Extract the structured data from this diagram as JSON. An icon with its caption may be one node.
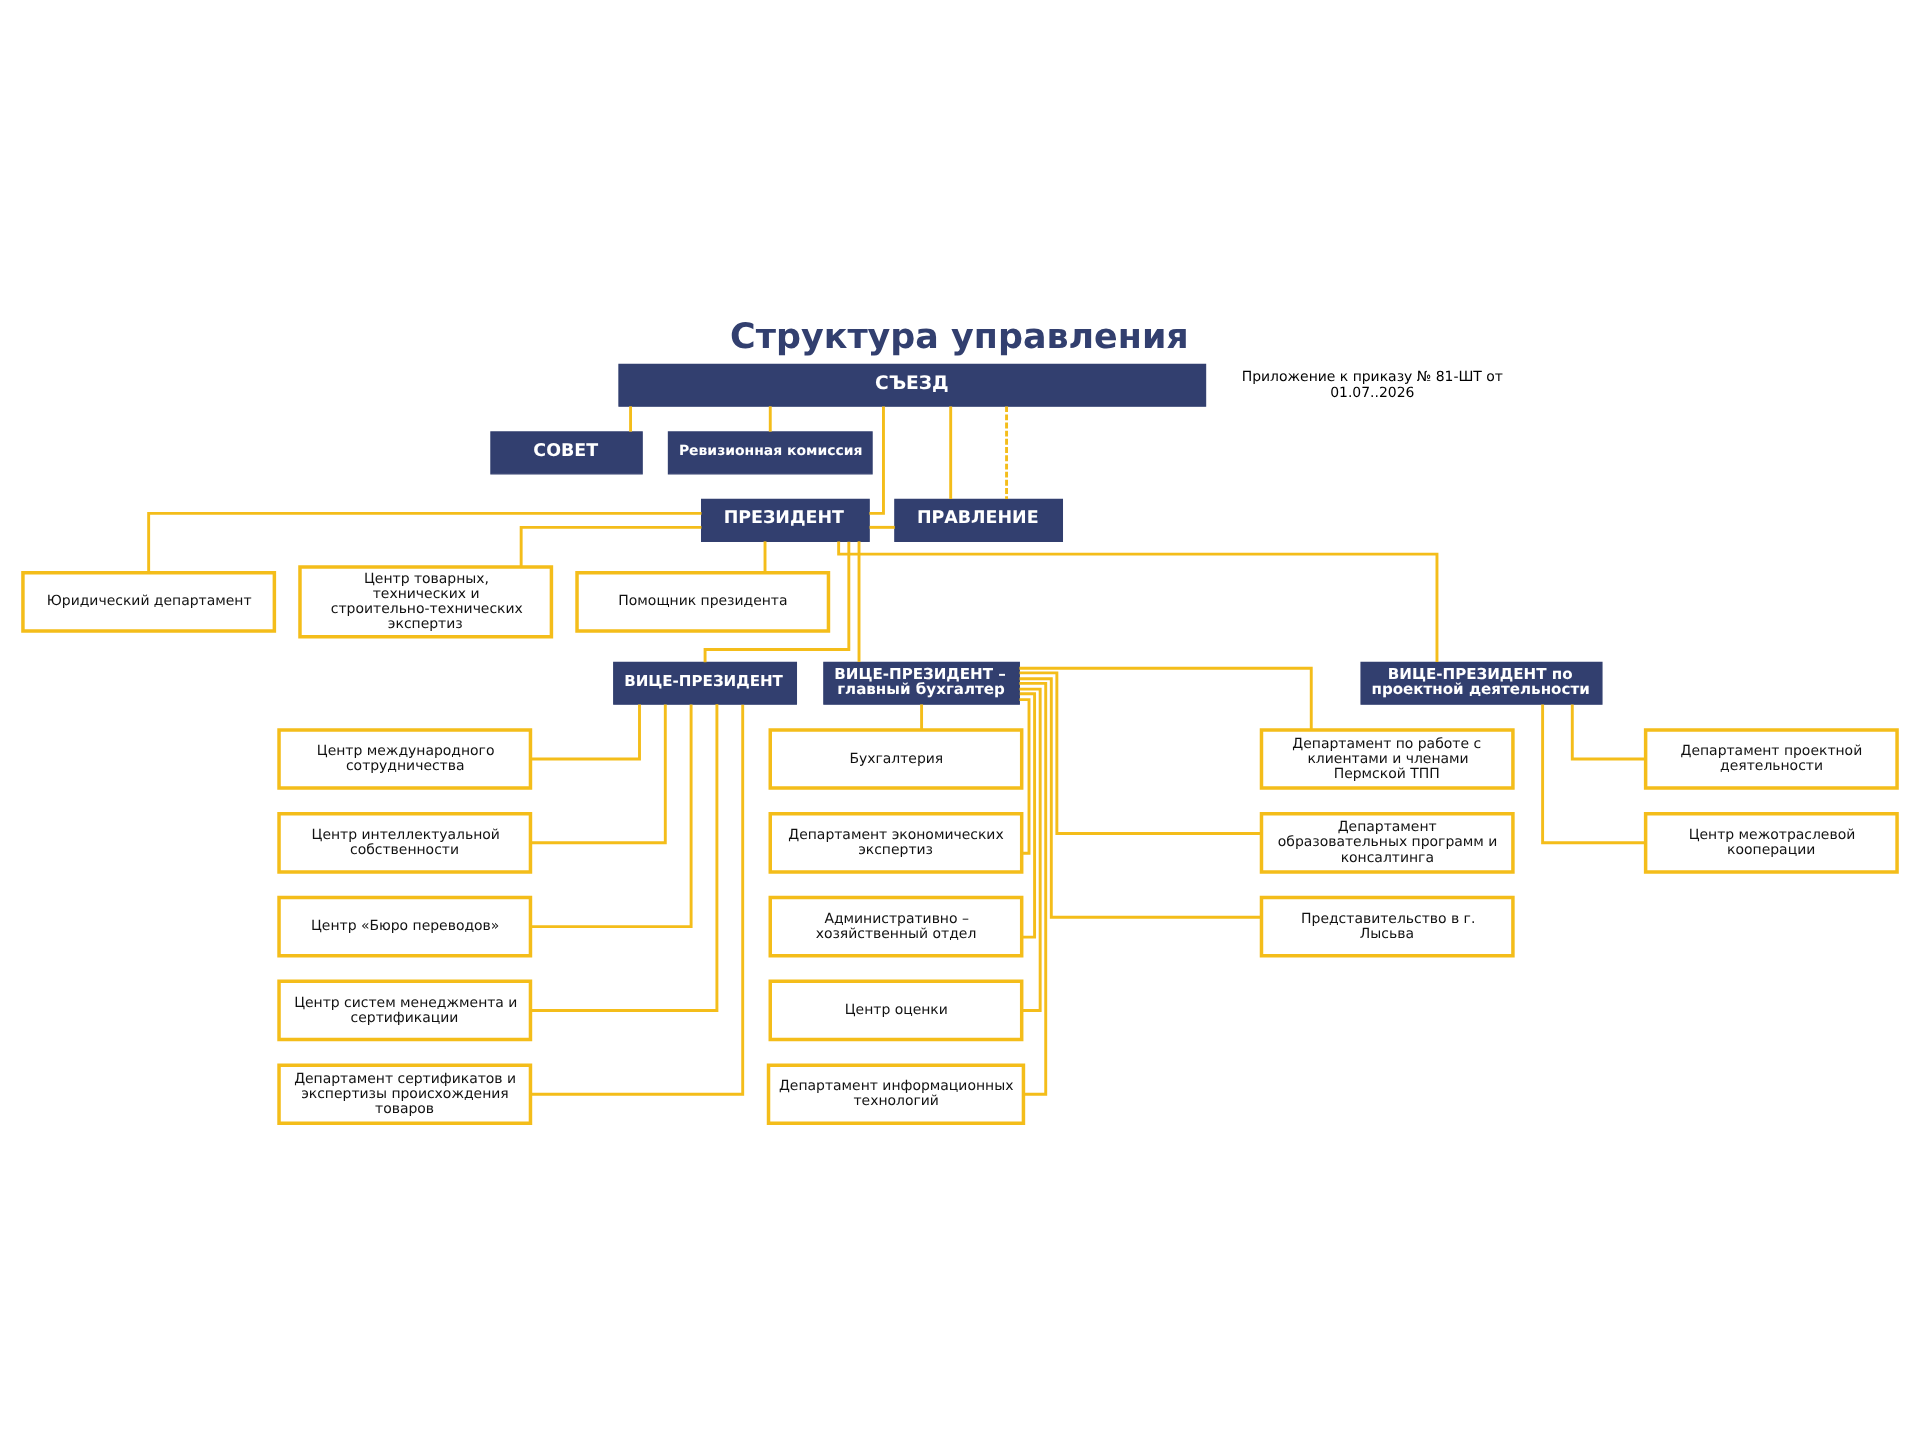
{
  "diagram": {
    "title": "Структура управления",
    "nodes": [
      {
        "text": [
          "СЪЕЗД"
        ]
      },
      {
        "text": [
          "СОВЕТ"
        ]
      },
      {
        "text": [
          "Ревизионная комиссия"
        ]
      },
      {
        "text": [
          "ПРЕЗИДЕНТ"
        ]
      },
      {
        "text": [
          "ПРАВЛЕНИЕ"
        ]
      },
      {
        "text": [
          "Юридический департамент"
        ]
      },
      {
        "text": [
          "Центр товарных, технических и строительно-технических экспертиз"
        ]
      },
      {
        "text": [
          "Помощник президента"
        ]
      },
      {
        "text": [
          "ВИЦЕ-ПРЕЗИДЕНТ"
        ]
      },
      {
        "text": [
          "ВИЦЕ-ПРЕЗИДЕНТ – главный бухгалтер"
        ]
      },
      {
        "text": [
          "ВИЦЕ-ПРЕЗИДЕНТ по проектной деятельности"
        ]
      },
      {
        "text": [
          "Центр международного сотрудничества"
        ]
      },
      {
        "text": [
          "Центр интеллектуальной собственности"
        ]
      },
      {
        "text": [
          "Центр «Бюро переводов»"
        ]
      },
      {
        "text": [
          "Центр систем менеджмента и сертификации"
        ]
      },
      {
        "text": [
          "Департамент сертификатов и экспертизы происхождения товаров"
        ]
      },
      {
        "text": [
          "Бухгалтерия"
        ]
      },
      {
        "text": [
          "Департамент экономических экспертиз"
        ]
      },
      {
        "text": [
          "Административно – хозяйственный отдел"
        ]
      },
      {
        "text": [
          "Центр оценки"
        ]
      },
      {
        "text": [
          "Департамент информационных технологий"
        ]
      },
      {
        "text": [
          "Департамент по работе с клиентами и членами Пермской ТПП"
        ]
      },
      {
        "text": [
          "Департамент образовательных программ и консалтинга"
        ]
      },
      {
        "text": [
          "Представительство в г. Лысьва"
        ]
      },
      {
        "text": [
          "Департамент проектной деятельности"
        ]
      },
      {
        "text": [
          "Центр межотраслевой кооперации"
        ]
      }
    ],
    "edges": [
      {
        "from": 0,
        "to": 3,
        "arrow": "none"
      },
      {
        "from": 0,
        "to": 4,
        "arrow": "none"
      },
      {
        "from": 0,
        "to": 1,
        "arrow": "none"
      },
      {
        "from": 0,
        "to": 2,
        "arrow": "none"
      },
      {
        "from": 0,
        "to": 4,
        "arrow": "none",
        "style": "dashed"
      },
      {
        "from": 3,
        "to": 4,
        "arrow": "none"
      },
      {
        "from": 3,
        "to": 5,
        "arrow": "none"
      },
      {
        "from": 3,
        "to": 6,
        "arrow": "none"
      },
      {
        "from": 3,
        "to": 7,
        "arrow": "none"
      },
      {
        "from": 3,
        "to": 8,
        "arrow": "none"
      },
      {
        "from": 3,
        "to": 9,
        "arrow": "none"
      },
      {
        "from": 3,
        "to": 10,
        "arrow": "none"
      },
      {
        "from": 8,
        "to": 11,
        "arrow": "none"
      },
      {
        "from": 8,
        "to": 12,
        "arrow": "none"
      },
      {
        "from": 8,
        "to": 13,
        "arrow": "none"
      },
      {
        "from": 8,
        "to": 14,
        "arrow": "none"
      },
      {
        "from": 8,
        "to": 15,
        "arrow": "none"
      },
      {
        "from": 9,
        "to": 16,
        "arrow": "none"
      },
      {
        "from": 9,
        "to": 17,
        "arrow": "none"
      },
      {
        "from": 9,
        "to": 18,
        "arrow": "none"
      },
      {
        "from": 9,
        "to": 19,
        "arrow": "none"
      },
      {
        "from": 9,
        "to": 20,
        "arrow": "none"
      },
      {
        "from": 9,
        "to": 21,
        "arrow": "none"
      },
      {
        "from": 9,
        "to": 22,
        "arrow": "none"
      },
      {
        "from": 9,
        "to": 23,
        "arrow": "none"
      },
      {
        "from": 10,
        "to": 24,
        "arrow": "none"
      },
      {
        "from": 10,
        "to": 25,
        "arrow": "none"
      }
    ],
    "labels": [
      "Приложение к приказу № 81-ШТ от 01.07..2026"
    ]
  }
}
